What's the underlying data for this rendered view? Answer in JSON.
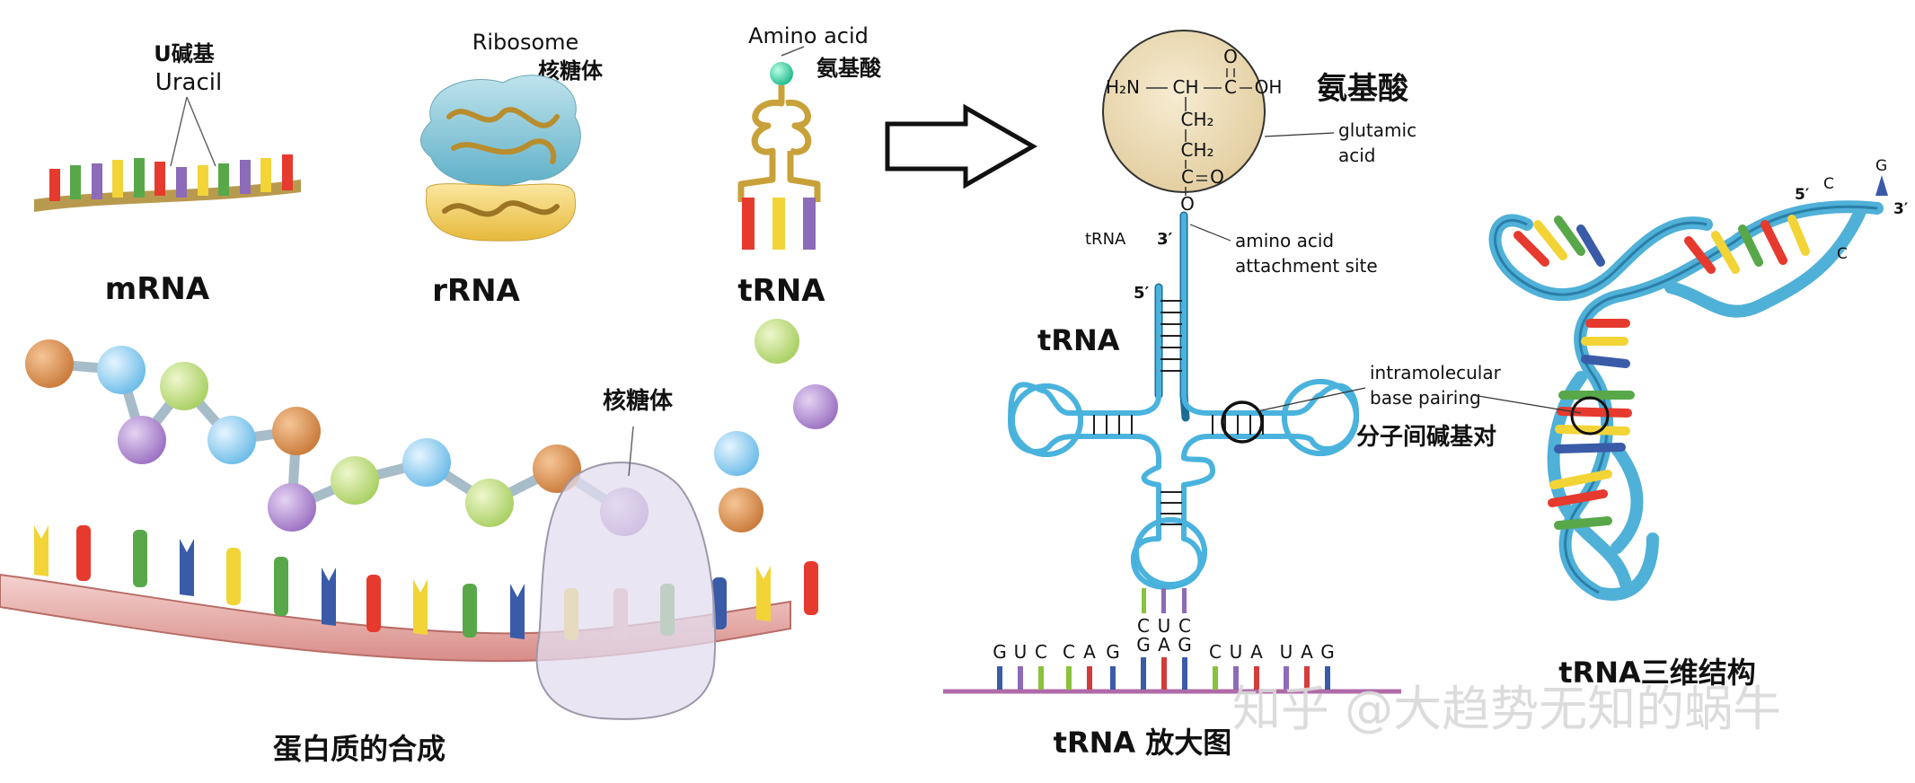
{
  "top_left": {
    "mrna": {
      "base_label_cn": "U碱基",
      "base_label_en": "Uracil",
      "name": "mRNA"
    },
    "rrna": {
      "label_en": "Ribosome",
      "label_cn": "核糖体",
      "name": "rRNA"
    },
    "trna": {
      "label_en": "Amino acid",
      "label_cn": "氨基酸",
      "name": "tRNA"
    }
  },
  "synthesis": {
    "ribosome_label": "核糖体",
    "caption": "蛋白质的合成"
  },
  "amino_acid": {
    "title_cn": "氨基酸",
    "formula": {
      "h2n": "H₂N",
      "ch": "CH",
      "c_top": "C",
      "o_top": "O",
      "oh": "OH",
      "ch2_1": "CH₂",
      "ch2_2": "CH₂",
      "c_bot": "C",
      "o_bot": "O",
      "o_link": "O"
    },
    "name_line1": "glutamic",
    "name_line2": "acid"
  },
  "trna_diagram": {
    "trna_small": "tRNA",
    "three_prime": "3′",
    "five_prime": "5′",
    "attach_line1": "amino acid",
    "attach_line2": "attachment site",
    "trna_big": "tRNA",
    "intra_line1": "intramolecular",
    "intra_line2": "base pairing",
    "pairing_cn": "分子间碱基对",
    "anticodon": [
      "C",
      "U",
      "C"
    ],
    "codon_row": [
      "G",
      "U",
      "C",
      "C",
      "A",
      "G",
      "G",
      "A",
      "G",
      "C",
      "U",
      "A",
      "U",
      "A",
      "G"
    ],
    "caption": "tRNA 放大图"
  },
  "trna_3d": {
    "five_prime": "5′",
    "three_prime": "3′",
    "c1": "C",
    "c2": "C",
    "g": "G",
    "caption": "tRNA三维结构"
  },
  "watermark": "知乎 @大趋势无知的蜗牛",
  "colors": {
    "red": "#e63a2e",
    "yellow": "#f2d437",
    "purple": "#8c6bb8",
    "green": "#58a84a",
    "blue": "#3a5ba8",
    "trna_blue": "#2f9ccf",
    "amino_circle": "#ecdcb4"
  }
}
